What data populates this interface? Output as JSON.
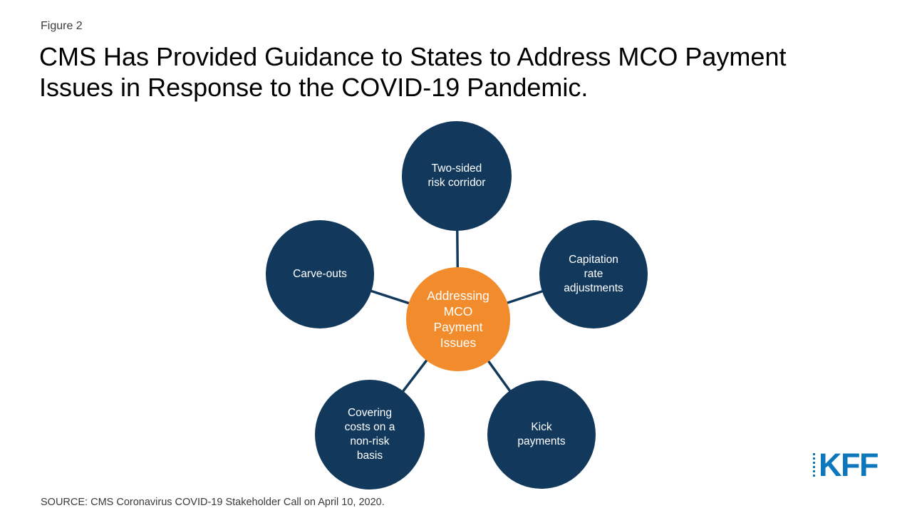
{
  "figure_label": "Figure 2",
  "title": "CMS Has Provided Guidance to States to Address MCO Payment Issues in Response to the COVID-19 Pandemic.",
  "source": "SOURCE: CMS Coronavirus COVID-19 Stakeholder Call on April 10, 2020.",
  "logo_text": "KFF",
  "colors": {
    "navy": "#12395C",
    "orange": "#F18B2C",
    "connector": "#12395C",
    "logo_blue": "#0D77BE",
    "title_text": "#000000",
    "muted_text": "#3A3A3A"
  },
  "diagram": {
    "type": "hub-and-spoke",
    "center": {
      "label": "Addressing\nMCO\nPayment\nIssues"
    },
    "nodes": [
      {
        "id": "top",
        "label": "Two-sided\nrisk corridor"
      },
      {
        "id": "right",
        "label": "Capitation\nrate\nadjustments"
      },
      {
        "id": "bottom-right",
        "label": "Kick\npayments"
      },
      {
        "id": "bottom-left",
        "label": "Covering\ncosts on a\nnon-risk\nbasis"
      },
      {
        "id": "left",
        "label": "Carve-outs"
      }
    ]
  }
}
